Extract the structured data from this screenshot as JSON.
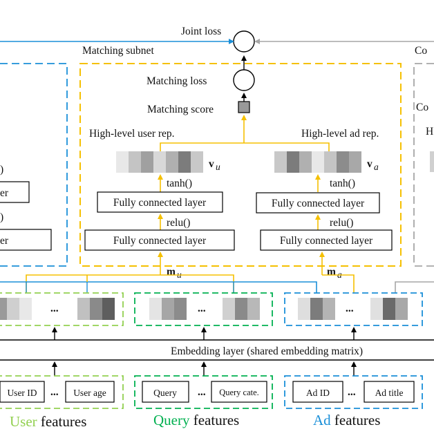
{
  "top": {
    "joint_loss": "Joint loss",
    "matching_subnet": "Matching subnet",
    "right_cut_label_top": "Co",
    "right_cut_label_mid": "Co",
    "right_cut_label_h": "H"
  },
  "matching": {
    "loss": "Matching loss",
    "score": "Matching score",
    "user_rep": "High-level user rep.",
    "ad_rep": "High-level ad rep.",
    "vu": "v",
    "vu_sub": "u",
    "va": "v",
    "va_sub": "a",
    "tanh_left": "tanh()",
    "tanh_right": "tanh()",
    "relu_left": "relu()",
    "relu_right": "relu()",
    "fc_left_top": "Fully connected layer",
    "fc_left_bottom": "Fully connected layer",
    "fc_right_top": "Fully connected layer",
    "fc_right_bottom": "Fully connected layer",
    "mu": "m",
    "mu_sub": "u",
    "ma": "m",
    "ma_sub": "a"
  },
  "left_cut": {
    "paren_top": ")",
    "layer_top": "er",
    "paren_bottom": ")",
    "layer_bottom": "er"
  },
  "embedding_label": "Embedding layer (shared embedding matrix)",
  "ellipsis": "...",
  "input_items": {
    "user_id": "User ID",
    "user_age": "User age",
    "query": "Query",
    "query_cate": "Query cate.",
    "ad_id": "Ad ID",
    "ad_title": "Ad title"
  },
  "features": {
    "user_word": "User",
    "query_word": "Query",
    "ad_word": "Ad",
    "suffix": " features"
  },
  "colors": {
    "orange": "#f5c000",
    "blue": "#1a8fd8",
    "green_light": "#92d050",
    "green": "#00b050",
    "gray": "#a6a6a6",
    "arrow": "#000000"
  }
}
